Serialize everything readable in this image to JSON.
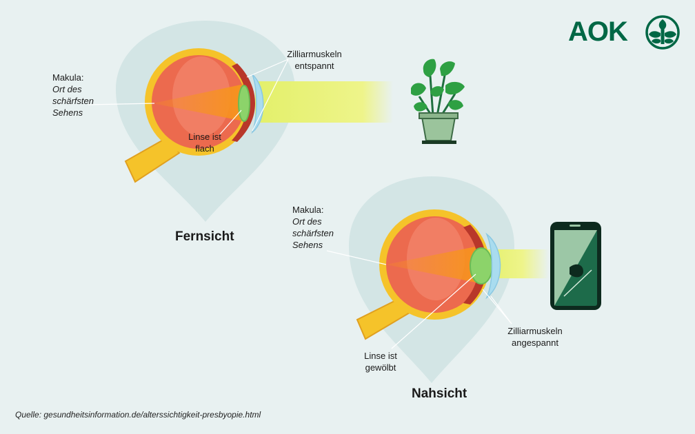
{
  "brand": {
    "name": "AOK",
    "color": "#006745"
  },
  "far": {
    "heading": "Fernsicht",
    "macula": {
      "title": "Makula:",
      "desc": [
        "Ort des",
        "schärfsten",
        "Sehens"
      ]
    },
    "muscles": [
      "Zilliarmuskeln",
      "entspannt"
    ],
    "lens": [
      "Linse ist",
      "flach"
    ],
    "object_icon": "plant-icon"
  },
  "near": {
    "heading": "Nahsicht",
    "macula": {
      "title": "Makula:",
      "desc": [
        "Ort des",
        "schärfsten",
        "Sehens"
      ]
    },
    "muscles": [
      "Zilliarmuskeln",
      "angespannt"
    ],
    "lens": [
      "Linse ist",
      "gewölbt"
    ],
    "object_icon": "smartphone-icon"
  },
  "source": "Quelle: gesundheitsinformation.de/alterssichtigkeit-presbyopie.html",
  "colors": {
    "background": "#e8f1f1",
    "pin": "#d3e5e5",
    "sclera": "#f5c32a",
    "eyeball": "#ec6a4e",
    "light_beam": "#eef48a",
    "focus": "#f7941d",
    "lens": "#8cd36a",
    "cornea": "#a9dcef"
  }
}
